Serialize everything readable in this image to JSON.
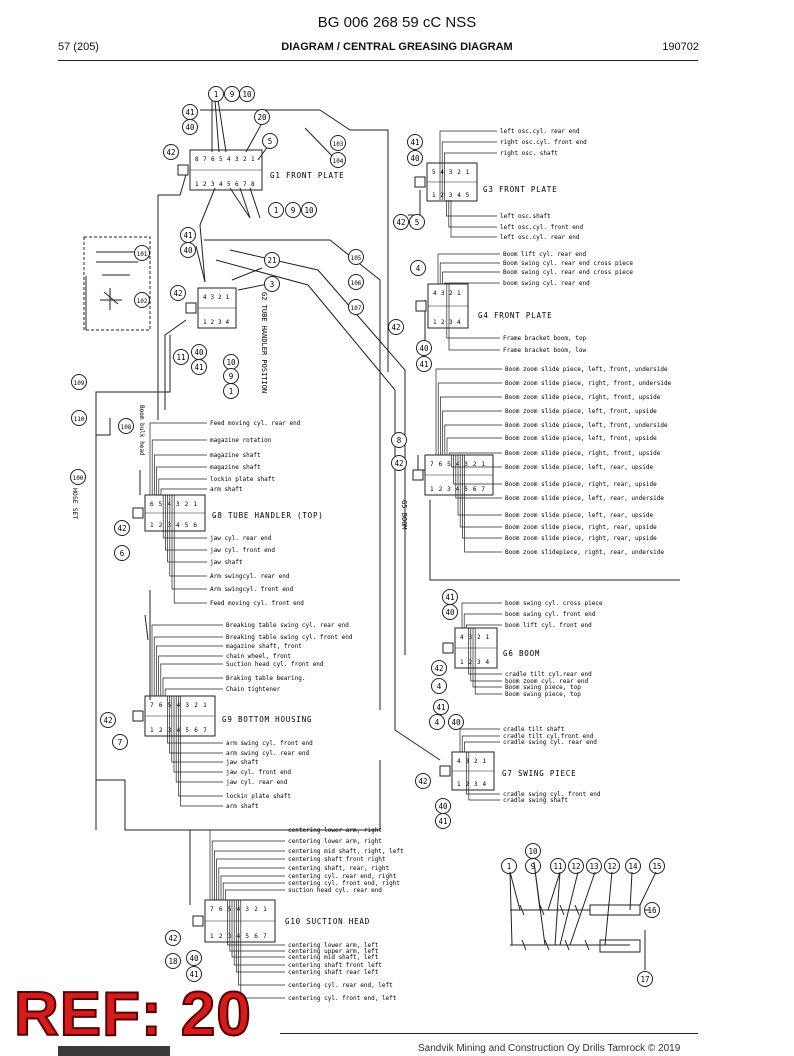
{
  "header": {
    "doc_number": "BG 006 268 59 cC NSS",
    "page": "57 (205)",
    "title": "DIAGRAM / CENTRAL GREASING DIAGRAM",
    "date": "190702"
  },
  "stamp": "REF: 20",
  "footer": {
    "copyright": "Sandvik Mining and Construction Oy Drills Tamrock © 2019"
  },
  "blocks": {
    "g1": {
      "name": "G1",
      "label": "FRONT PLATE"
    },
    "g2": {
      "name": "G2",
      "label": "TUBE HANDLER POSITION"
    },
    "g3": {
      "name": "G3",
      "label": "FRONT PLATE"
    },
    "g4": {
      "name": "G4",
      "label": "FRONT PLATE"
    },
    "g5": {
      "name": "G5",
      "label": "BOOM"
    },
    "g6": {
      "name": "G6",
      "label": "BOOM"
    },
    "g7": {
      "name": "G7",
      "label": "SWING PIECE"
    },
    "g8": {
      "name": "G8",
      "label": "TUBE HANDLER (TOP)"
    },
    "g9": {
      "name": "G9",
      "label": "BOTTOM HOUSING"
    },
    "g10": {
      "name": "G10",
      "label": "SUCTION HEAD"
    }
  },
  "side_labels": {
    "hose_set": "HOSE SET",
    "boom_bulk_head": "Boom bulk head",
    "tube_handler_position": "TUBE HANDLER POSITION"
  },
  "g3_items": [
    "left osc.cyl. rear end",
    "right osc.cyl. front end",
    "right osc. shaft",
    "left osc.shaft",
    "left osc.cyl. front end",
    "left osc.cyl. rear end"
  ],
  "g4_items": [
    "Boom lift cyl. rear end",
    "Boom swing cyl. rear end cross piece",
    "Boom swing cyl. rear end cross piece",
    "boom swing cyl. rear end",
    "Frame bracket boom, top",
    "Frame bracket boom, low"
  ],
  "g5_items": [
    "Boom zoom slide piece, left, front, underside",
    "Boom zoom slide piece, right, front, underside",
    "Boom zoom slide piece, right, front, upside",
    "Boom zoom slide piece, left, front, upside",
    "Boom zoom slide piece, left, front, underside",
    "Boom zoom slide piece, left, front, upside",
    "Boom zoom slide piece, right, front, upside",
    "Boom zoom slide piece, left, rear, upside",
    "Boom zoom slide piece, right, rear, upside",
    "Boom zoom slide piece, left, rear, underside",
    "Boom zoom slide piece, left, rear, upside",
    "Boom zoom slide piece, right, rear, upside",
    "Boom zoom slide piece, right, rear, upside",
    "Boom zoom slidepiece, right, rear, underside"
  ],
  "g6_items": [
    "boom swing cyl. cross piece",
    "boom swing cyl. front end",
    "boom lift cyl. front end",
    "cradle tilt cyl.rear end",
    "boom zoom cyl. rear end",
    "Boom swing piece, top",
    "Boom swing piece, top"
  ],
  "g7_items": [
    "cradle tilt shaft",
    "cradle tilt cyl.front end",
    "cradle swing cyl. rear end",
    "cradle swing cyl. front end",
    "cradle swing shaft"
  ],
  "g8_items": [
    "Feed moving cyl. rear end",
    "magazine rotation",
    "magazine shaft",
    "magazine shaft",
    "lockin plate shaft",
    "arm shaft",
    "jaw cyl. rear end",
    "jaw cyl. front end",
    "jaw shaft",
    "Arm swingcyl. rear end",
    "Arm swingcyl. front end",
    "Feed moving cyl. front end"
  ],
  "g9_items": [
    "Breaking table swing cyl. rear end",
    "Breaking table swing cyl. front end",
    "magazine shaft, front",
    "chain wheel, front",
    "Suction head cyl. front end",
    "Braking table bearing.",
    "Chain tightener",
    "arm swing cyl. front end",
    "arm swing cyl. rear end",
    "jaw shaft",
    "jaw cyl. front end",
    "jaw cyl. rear end",
    "lockin plate shaft",
    "arm shaft"
  ],
  "g10_items": [
    "centering lower arm, right",
    "centering lower arm, right",
    "centering mid shaft, right, left",
    "centering shaft front right",
    "centering shaft, rear, right",
    "centering cyl. rear end, right",
    "centering cyl. front end, right",
    "suction head cyl. rear end",
    "centering lower arm, left",
    "centering upper arm, left",
    "centering mid shaft, left",
    "centering shaft front left",
    "centering shaft rear left",
    "centering cyl. rear end, left",
    "centering cyl. front end, left"
  ]
}
